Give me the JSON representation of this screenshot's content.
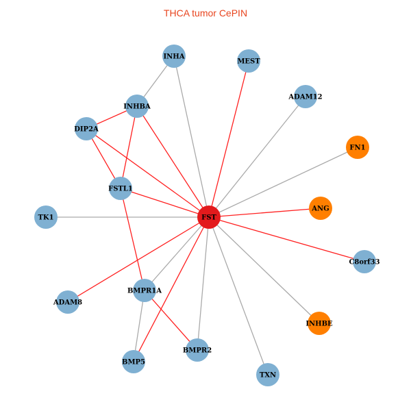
{
  "title": "THCA tumor CePIN",
  "colors": {
    "center": "#e31a1c",
    "default": "#7fb0d2",
    "highlight": "#ff7f00",
    "edge_red": "#ff2020",
    "edge_gray": "#aaaaaa"
  },
  "nodes": [
    {
      "id": "FST",
      "type": "center"
    },
    {
      "id": "INHA",
      "type": "default"
    },
    {
      "id": "MEST",
      "type": "default"
    },
    {
      "id": "ADAM12",
      "type": "default"
    },
    {
      "id": "INHBA",
      "type": "default"
    },
    {
      "id": "DIP2A",
      "type": "default"
    },
    {
      "id": "FN1",
      "type": "highlight"
    },
    {
      "id": "FSTL1",
      "type": "default"
    },
    {
      "id": "ANG",
      "type": "highlight"
    },
    {
      "id": "TK1",
      "type": "default"
    },
    {
      "id": "C8orf33",
      "type": "default"
    },
    {
      "id": "ADAM8",
      "type": "default"
    },
    {
      "id": "BMPR1A",
      "type": "default"
    },
    {
      "id": "INHBE",
      "type": "highlight"
    },
    {
      "id": "BMPR2",
      "type": "default"
    },
    {
      "id": "BMP5",
      "type": "default"
    },
    {
      "id": "TXN",
      "type": "default"
    }
  ],
  "edges": [
    {
      "from": "FST",
      "to": "INHA",
      "color": "gray"
    },
    {
      "from": "FST",
      "to": "MEST",
      "color": "red"
    },
    {
      "from": "FST",
      "to": "ADAM12",
      "color": "gray"
    },
    {
      "from": "FST",
      "to": "INHBA",
      "color": "red"
    },
    {
      "from": "FST",
      "to": "DIP2A",
      "color": "red"
    },
    {
      "from": "FST",
      "to": "FN1",
      "color": "gray"
    },
    {
      "from": "FST",
      "to": "FSTL1",
      "color": "red"
    },
    {
      "from": "FST",
      "to": "ANG",
      "color": "red"
    },
    {
      "from": "FST",
      "to": "TK1",
      "color": "gray"
    },
    {
      "from": "FST",
      "to": "C8orf33",
      "color": "red"
    },
    {
      "from": "FST",
      "to": "ADAM8",
      "color": "red"
    },
    {
      "from": "FST",
      "to": "BMPR1A",
      "color": "gray"
    },
    {
      "from": "FST",
      "to": "INHBE",
      "color": "gray"
    },
    {
      "from": "FST",
      "to": "BMPR2",
      "color": "gray"
    },
    {
      "from": "FST",
      "to": "BMP5",
      "color": "red"
    },
    {
      "from": "FST",
      "to": "TXN",
      "color": "gray"
    },
    {
      "from": "INHA",
      "to": "INHBA",
      "color": "gray"
    },
    {
      "from": "INHBA",
      "to": "DIP2A",
      "color": "red"
    },
    {
      "from": "INHBA",
      "to": "FSTL1",
      "color": "red"
    },
    {
      "from": "DIP2A",
      "to": "FSTL1",
      "color": "red"
    },
    {
      "from": "FSTL1",
      "to": "BMPR1A",
      "color": "red"
    },
    {
      "from": "BMPR1A",
      "to": "BMPR2",
      "color": "red"
    },
    {
      "from": "BMPR1A",
      "to": "BMP5",
      "color": "gray"
    }
  ]
}
